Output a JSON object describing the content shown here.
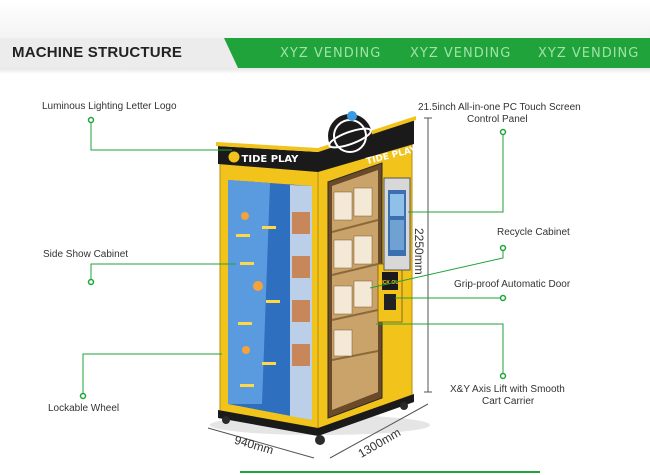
{
  "header": {
    "title": "MACHINE STRUCTURE",
    "brand_texts": [
      "XYZ VENDING",
      "XYZ VENDING",
      "XYZ VENDING"
    ]
  },
  "labels": {
    "logo": "Luminous Lighting Letter Logo",
    "touch_screen_line1": "21.5inch All-in-one PC Touch Screen",
    "touch_screen_line2": "Control Panel",
    "side_show": "Side Show Cabinet",
    "recycle": "Recycle Cabinet",
    "door": "Grip-proof Automatic Door",
    "lift_line1": "X&Y Axis Lift with Smooth",
    "lift_line2": "Cart Carrier",
    "wheel": "Lockable Wheel"
  },
  "dimensions": {
    "height": "2250mm",
    "width": "940mm",
    "depth": "1300mm"
  },
  "machine": {
    "sign_text": "TIDE PLAY",
    "door_label": "PICK OUT"
  },
  "colors": {
    "accent_green": "#1fa33a",
    "cabinet_yellow": "#f2c31a",
    "dark": "#1a1a1a"
  }
}
